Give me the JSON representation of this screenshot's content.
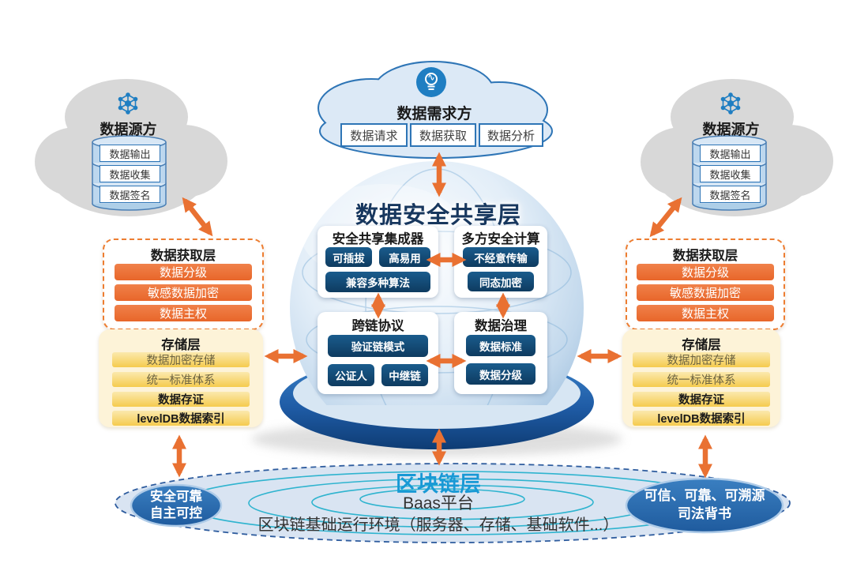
{
  "demander_cloud": {
    "title": "数据需求方",
    "boxes": [
      "数据请求",
      "数据获取",
      "数据分析"
    ]
  },
  "source_cloud": {
    "title": "数据源方",
    "db_items": [
      "数据输出",
      "数据收集",
      "数据签名"
    ]
  },
  "sharing_layer": {
    "title": "数据安全共享层",
    "integrator": {
      "title": "安全共享集成器",
      "pills": [
        "可插拔",
        "高易用"
      ],
      "wide_pill": "兼容多种算法"
    },
    "mpc": {
      "title": "多方安全计算",
      "pills": [
        "不经意传输",
        "同态加密"
      ]
    },
    "crosschain": {
      "title": "跨链协议",
      "wide_pill": "验证链模式",
      "pills": [
        "公证人",
        "中继链"
      ]
    },
    "governance": {
      "title": "数据治理",
      "pills": [
        "数据标准",
        "数据分级"
      ]
    }
  },
  "acquisition_layer": {
    "title": "数据获取层",
    "items": [
      "数据分级",
      "敏感数据加密",
      "数据主权"
    ]
  },
  "storage_layer": {
    "title": "存储层",
    "items": [
      "数据加密存储",
      "统一标准体系",
      "数据存证",
      "levelDB数据索引"
    ]
  },
  "blockchain_layer": {
    "title": "区块链层",
    "platform": "Baas平台",
    "environment": "区块链基础运行环境（服务器、存储、基础软件...）"
  },
  "left_badge": {
    "line1": "安全可靠",
    "line2": "自主可控"
  },
  "right_badge": {
    "line1": "可信、可靠、可溯源",
    "line2": "司法背书"
  },
  "icons": {
    "demander": "lightbulb-icon",
    "source": "network-nodes-icon",
    "database": "database-cylinder"
  },
  "colors": {
    "accent_orange": "#E97132",
    "pill_navy": "#0E3B60",
    "title_navy": "#17375E",
    "blockchain_blue": "#1899D5",
    "badge_blue": "#2E75B6",
    "storage_yellow": "#F5CB4E",
    "cloud_gray": "#D8D8D8",
    "cloud_blue_fill": "#DCE9F6"
  }
}
